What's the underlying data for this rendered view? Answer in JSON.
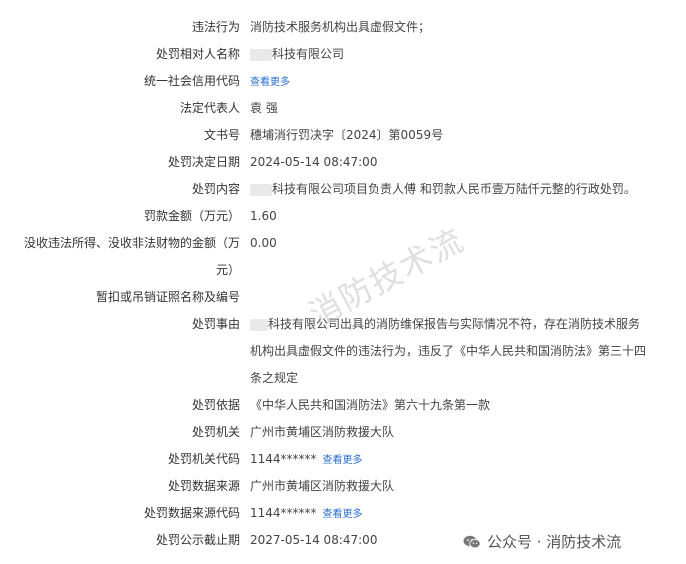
{
  "fields": [
    {
      "label": "违法行为",
      "value": "消防技术服务机构出具虚假文件；"
    },
    {
      "label": "处罚相对人名称",
      "value": "科技有限公司"
    },
    {
      "label": "统一社会信用代码",
      "value": "",
      "more": "查看更多"
    },
    {
      "label": "法定代表人",
      "value": "袁 强"
    },
    {
      "label": "文书号",
      "value": "穗埔消行罚决字〔2024〕第0059号"
    },
    {
      "label": "处罚决定日期",
      "value": "2024-05-14 08:47:00"
    },
    {
      "label": "处罚内容",
      "value": "科技有限公司项目负责人傅 和罚款人民币壹万陆仟元整的行政处罚。"
    },
    {
      "label": "罚款金额（万元）",
      "value": "1.60"
    },
    {
      "label1": "没收违法所得、没收非法财物的金额（万",
      "label2": "元）",
      "value": "0.00"
    },
    {
      "label": "暂扣或吊销证照名称及编号",
      "value": ""
    },
    {
      "label": "处罚事由",
      "line1": "科技有限公司出具的消防维保报告与实际情况不符，存在消防技术服务",
      "line2": "机构出具虚假文件的违法行为，违反了《中华人民共和国消防法》第三十四",
      "line3": "条之规定"
    },
    {
      "label": "处罚依据",
      "value": "《中华人民共和国消防法》第六十九条第一款"
    },
    {
      "label": "处罚机关",
      "value": "广州市黄埔区消防救援大队"
    },
    {
      "label": "处罚机关代码",
      "value": "1144******",
      "more": "查看更多"
    },
    {
      "label": "处罚数据来源",
      "value": "广州市黄埔区消防救援大队"
    },
    {
      "label": "处罚数据来源代码",
      "value": "1144******",
      "more": "查看更多"
    },
    {
      "label": "处罚公示截止期",
      "value": "2027-05-14 08:47:00"
    }
  ],
  "watermark": "消防技术流",
  "footer": {
    "account": "公众号 · 消防技术流",
    "icon": "wechat-icon"
  }
}
